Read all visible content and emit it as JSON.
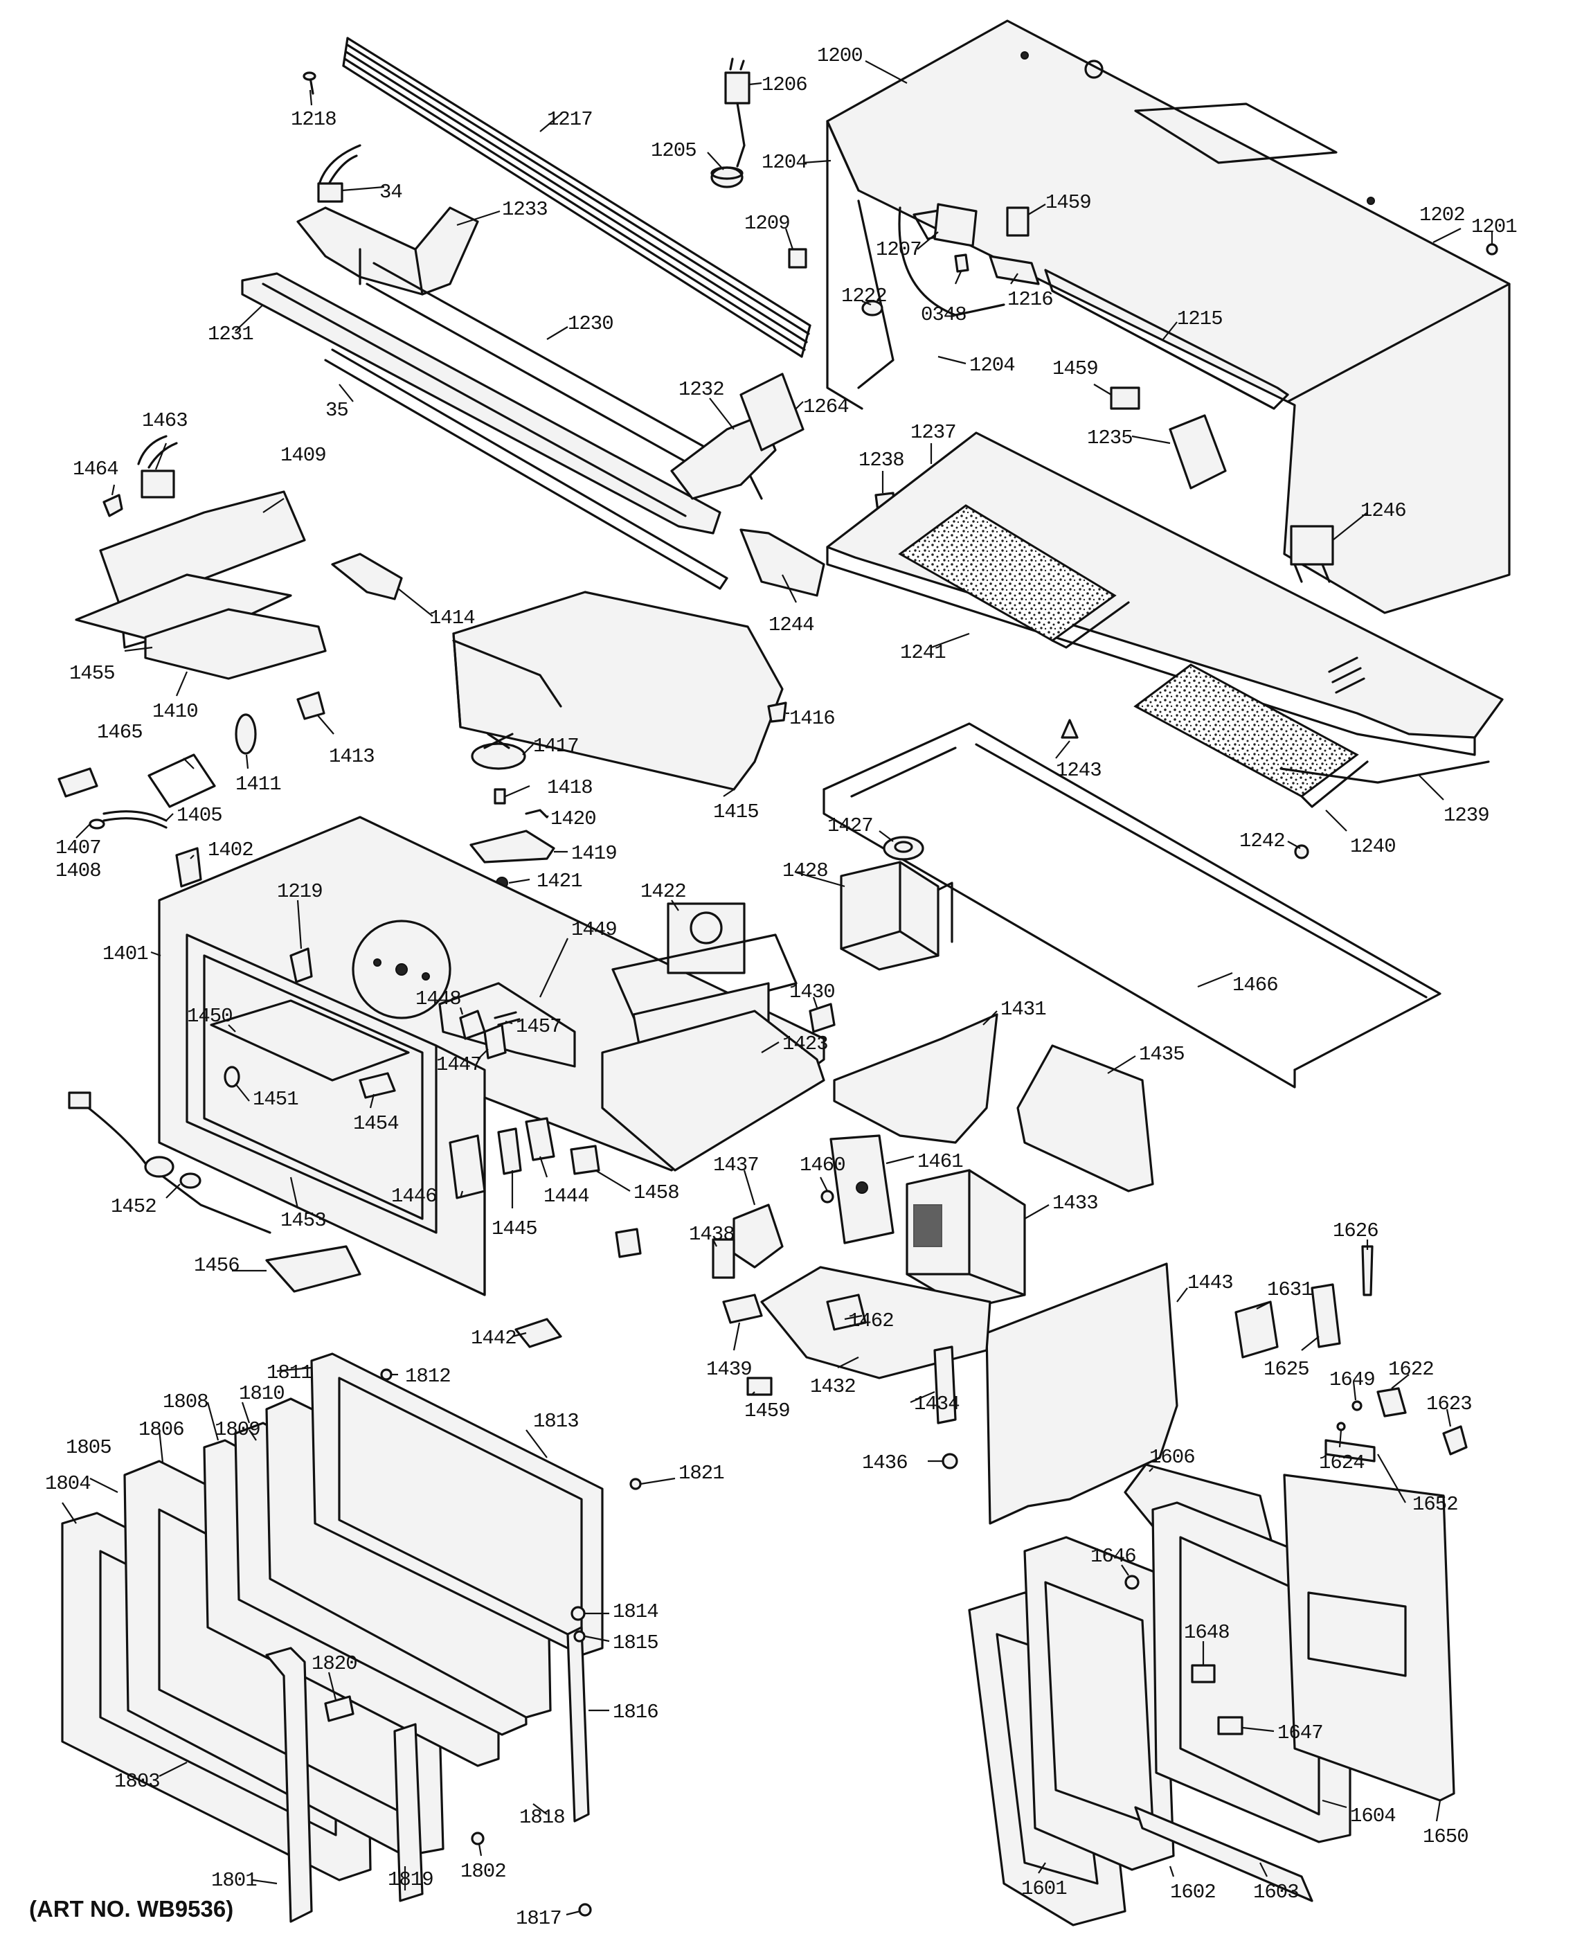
{
  "art_number": "(ART NO. WB9536)",
  "callouts": [
    {
      "id": "c1200",
      "label": "1200"
    },
    {
      "id": "c1206",
      "label": "1206"
    },
    {
      "id": "c1218",
      "label": "1218"
    },
    {
      "id": "c1217",
      "label": "1217"
    },
    {
      "id": "c1205",
      "label": "1205"
    },
    {
      "id": "c1204a",
      "label": "1204"
    },
    {
      "id": "c34",
      "label": "34"
    },
    {
      "id": "c1233",
      "label": "1233"
    },
    {
      "id": "c1209",
      "label": "1209"
    },
    {
      "id": "c1207",
      "label": "1207"
    },
    {
      "id": "c1459a",
      "label": "1459"
    },
    {
      "id": "c1202",
      "label": "1202"
    },
    {
      "id": "c1201",
      "label": "1201"
    },
    {
      "id": "c0348",
      "label": "0348"
    },
    {
      "id": "c1222",
      "label": "1222"
    },
    {
      "id": "c1216",
      "label": "1216"
    },
    {
      "id": "c1215",
      "label": "1215"
    },
    {
      "id": "c1231",
      "label": "1231"
    },
    {
      "id": "c1230",
      "label": "1230"
    },
    {
      "id": "c1204b",
      "label": "1204"
    },
    {
      "id": "c1459b",
      "label": "1459"
    },
    {
      "id": "c35",
      "label": "35"
    },
    {
      "id": "c1232",
      "label": "1232"
    },
    {
      "id": "c1264",
      "label": "1264"
    },
    {
      "id": "c1463",
      "label": "1463"
    },
    {
      "id": "c1238",
      "label": "1238"
    },
    {
      "id": "c1237",
      "label": "1237"
    },
    {
      "id": "c1235",
      "label": "1235"
    },
    {
      "id": "c1464",
      "label": "1464"
    },
    {
      "id": "c1409",
      "label": "1409"
    },
    {
      "id": "c1246",
      "label": "1246"
    },
    {
      "id": "c1244",
      "label": "1244"
    },
    {
      "id": "c1414",
      "label": "1414"
    },
    {
      "id": "c1241",
      "label": "1241"
    },
    {
      "id": "c1455",
      "label": "1455"
    },
    {
      "id": "c1410",
      "label": "1410"
    },
    {
      "id": "c1416",
      "label": "1416"
    },
    {
      "id": "c1465",
      "label": "1465"
    },
    {
      "id": "c1413",
      "label": "1413"
    },
    {
      "id": "c1417",
      "label": "1417"
    },
    {
      "id": "c1243",
      "label": "1243"
    },
    {
      "id": "c1411",
      "label": "1411"
    },
    {
      "id": "c1418",
      "label": "1418"
    },
    {
      "id": "c1415",
      "label": "1415"
    },
    {
      "id": "c1239",
      "label": "1239"
    },
    {
      "id": "c1427",
      "label": "1427"
    },
    {
      "id": "c1405",
      "label": "1405"
    },
    {
      "id": "c1420",
      "label": "1420"
    },
    {
      "id": "c1407",
      "label": "1407"
    },
    {
      "id": "c1408",
      "label": "1408"
    },
    {
      "id": "c1402",
      "label": "1402"
    },
    {
      "id": "c1419",
      "label": "1419"
    },
    {
      "id": "c1240",
      "label": "1240"
    },
    {
      "id": "c1242",
      "label": "1242"
    },
    {
      "id": "c1421",
      "label": "1421"
    },
    {
      "id": "c1422",
      "label": "1422"
    },
    {
      "id": "c1428",
      "label": "1428"
    },
    {
      "id": "c1219",
      "label": "1219"
    },
    {
      "id": "c1449",
      "label": "1449"
    },
    {
      "id": "c1401",
      "label": "1401"
    },
    {
      "id": "c1450",
      "label": "1450"
    },
    {
      "id": "c1448",
      "label": "1448"
    },
    {
      "id": "c1466",
      "label": "1466"
    },
    {
      "id": "c1430",
      "label": "1430"
    },
    {
      "id": "c1457",
      "label": "1457"
    },
    {
      "id": "c1431",
      "label": "1431"
    },
    {
      "id": "c1423",
      "label": "1423"
    },
    {
      "id": "c1447",
      "label": "1447"
    },
    {
      "id": "c1435",
      "label": "1435"
    },
    {
      "id": "c1451",
      "label": "1451"
    },
    {
      "id": "c1454",
      "label": "1454"
    },
    {
      "id": "c1461",
      "label": "1461"
    },
    {
      "id": "c1437",
      "label": "1437"
    },
    {
      "id": "c1460",
      "label": "1460"
    },
    {
      "id": "c1446",
      "label": "1446"
    },
    {
      "id": "c1444",
      "label": "1444"
    },
    {
      "id": "c1458",
      "label": "1458"
    },
    {
      "id": "c1433",
      "label": "1433"
    },
    {
      "id": "c1452",
      "label": "1452"
    },
    {
      "id": "c1445",
      "label": "1445"
    },
    {
      "id": "c1453",
      "label": "1453"
    },
    {
      "id": "c1438",
      "label": "1438"
    },
    {
      "id": "c1626",
      "label": "1626"
    },
    {
      "id": "c1456",
      "label": "1456"
    },
    {
      "id": "c1443",
      "label": "1443"
    },
    {
      "id": "c1631",
      "label": "1631"
    },
    {
      "id": "c1462",
      "label": "1462"
    },
    {
      "id": "c1442",
      "label": "1442"
    },
    {
      "id": "c1811",
      "label": "1811"
    },
    {
      "id": "c1439",
      "label": "1439"
    },
    {
      "id": "c1625",
      "label": "1625"
    },
    {
      "id": "c1622",
      "label": "1622"
    },
    {
      "id": "c1812",
      "label": "1812"
    },
    {
      "id": "c1432",
      "label": "1432"
    },
    {
      "id": "c1649",
      "label": "1649"
    },
    {
      "id": "c1808",
      "label": "1808"
    },
    {
      "id": "c1810",
      "label": "1810"
    },
    {
      "id": "c1434",
      "label": "1434"
    },
    {
      "id": "c1623",
      "label": "1623"
    },
    {
      "id": "c1813",
      "label": "1813"
    },
    {
      "id": "c1809",
      "label": "1809"
    },
    {
      "id": "c1806",
      "label": "1806"
    },
    {
      "id": "c1805",
      "label": "1805"
    },
    {
      "id": "c1459c",
      "label": "1459"
    },
    {
      "id": "c1436",
      "label": "1436"
    },
    {
      "id": "c1624",
      "label": "1624"
    },
    {
      "id": "c1804",
      "label": "1804"
    },
    {
      "id": "c1821",
      "label": "1821"
    },
    {
      "id": "c1606",
      "label": "1606"
    },
    {
      "id": "c1652",
      "label": "1652"
    },
    {
      "id": "c1646",
      "label": "1646"
    },
    {
      "id": "c1814",
      "label": "1814"
    },
    {
      "id": "c1815",
      "label": "1815"
    },
    {
      "id": "c1648",
      "label": "1648"
    },
    {
      "id": "c1816",
      "label": "1816"
    },
    {
      "id": "c1820",
      "label": "1820"
    },
    {
      "id": "c1647",
      "label": "1647"
    },
    {
      "id": "c1803",
      "label": "1803"
    },
    {
      "id": "c1818",
      "label": "1818"
    },
    {
      "id": "c1604",
      "label": "1604"
    },
    {
      "id": "c1650",
      "label": "1650"
    },
    {
      "id": "c1802",
      "label": "1802"
    },
    {
      "id": "c1801",
      "label": "1801"
    },
    {
      "id": "c1819",
      "label": "1819"
    },
    {
      "id": "c1601",
      "label": "1601"
    },
    {
      "id": "c1602",
      "label": "1602"
    },
    {
      "id": "c1603",
      "label": "1603"
    },
    {
      "id": "c1817",
      "label": "1817"
    }
  ]
}
